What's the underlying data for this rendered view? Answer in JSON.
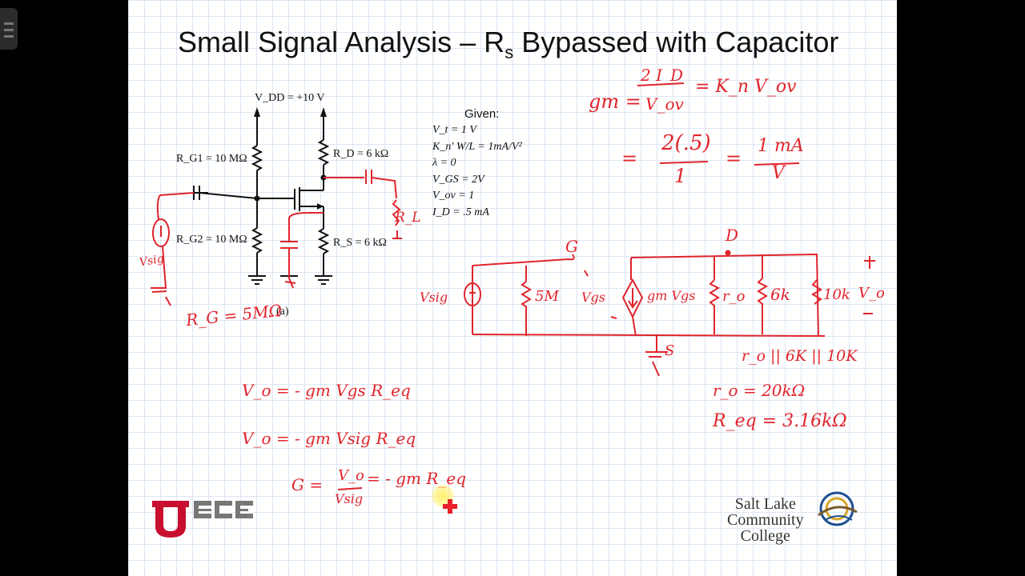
{
  "slide": {
    "title": "Small Signal Analysis – R",
    "title_sub": "s",
    "title_rest": " Bypassed with Capacitor"
  },
  "given": {
    "heading": "Given:",
    "lines": [
      "V_t = 1 V",
      "K_n' W/L = 1mA/V²",
      "λ = 0",
      "V_GS = 2V",
      "V_ov = 1",
      "I_D = .5 mA"
    ]
  },
  "circuit": {
    "vdd": "V_DD = +10 V",
    "rg1": "R_G1 = 10 MΩ",
    "rg2": "R_G2 = 10 MΩ",
    "rd": "R_D = 6 kΩ",
    "rs": "R_S = 6 kΩ",
    "fig": "(a)"
  },
  "handwriting": {
    "rl": "R_L",
    "vsig_left": "Vsig",
    "rg_eq": "R_G = 5MΩ",
    "gm_def_lhs": "gm =",
    "gm_def_num": "2 I_D",
    "gm_def_den": "V_ov",
    "gm_def_rhs": "= K_n V_ov",
    "gm_calc_num": "2(.5)",
    "gm_calc_den": "1",
    "gm_result_num": "1 mA",
    "gm_result_den": "V",
    "node_g": "G",
    "node_d": "D",
    "node_s": "S",
    "vsig_model": "Vsig",
    "r5m": "5M",
    "vgs": "Vgs",
    "gmvgs": "gm Vgs",
    "ro": "r_o",
    "r6k": "6k",
    "r10k": "10k",
    "vo": "V_o",
    "req_expr": "r_o || 6K || 10K",
    "ro_val": "r_o = 20kΩ",
    "req_val": "R_eq = 3.16kΩ",
    "vo_eq1": "V_o = - gm Vgs R_eq",
    "vo_eq2": "V_o = - gm Vsig R_eq",
    "gain_lhs": "G =",
    "gain_num": "V_o",
    "gain_den": "Vsig",
    "gain_rhs": "= - gm R_eq"
  },
  "logos": {
    "ecg": "ECE",
    "slcc_line1": "Salt Lake",
    "slcc_line2": "Community",
    "slcc_line3": "College"
  },
  "colors": {
    "ink": "#e0242c",
    "grid": "#dbe6f3",
    "ecg_red": "#c8102e"
  }
}
